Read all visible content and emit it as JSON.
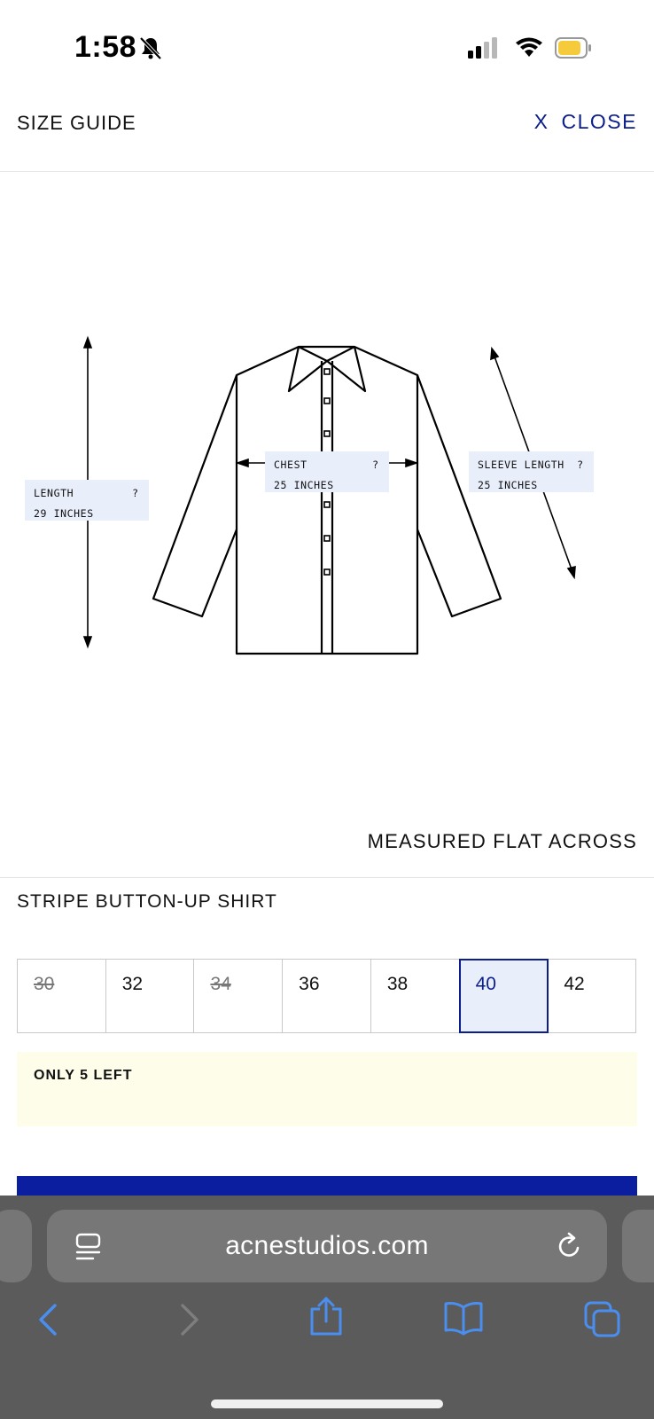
{
  "status_bar": {
    "time": "1:58",
    "icons": [
      "bell-slash-icon",
      "signal-icon",
      "wifi-icon",
      "battery-icon"
    ]
  },
  "header": {
    "title": "SIZE GUIDE",
    "close_x": "X",
    "close_label": "CLOSE"
  },
  "measurements": {
    "length": {
      "label": "LENGTH",
      "value": "29 INCHES",
      "help": "?"
    },
    "chest": {
      "label": "CHEST",
      "value": "25 INCHES",
      "help": "?"
    },
    "sleeve": {
      "label": "SLEEVE LENGTH",
      "value": "25 INCHES",
      "help": "?"
    }
  },
  "measured_note": "MEASURED FLAT ACROSS",
  "product": {
    "name": "STRIPE BUTTON-UP SHIRT"
  },
  "sizes": [
    {
      "label": "30",
      "available": false,
      "selected": false
    },
    {
      "label": "32",
      "available": true,
      "selected": false
    },
    {
      "label": "34",
      "available": false,
      "selected": false
    },
    {
      "label": "36",
      "available": true,
      "selected": false
    },
    {
      "label": "38",
      "available": true,
      "selected": false
    },
    {
      "label": "40",
      "available": true,
      "selected": true
    },
    {
      "label": "42",
      "available": true,
      "selected": false
    }
  ],
  "stock_notice": "ONLY 5 LEFT",
  "browser": {
    "url": "acnestudios.com"
  },
  "colors": {
    "accent": "#0b1e8c",
    "highlight": "#e9eefb",
    "notice_bg": "#fdfdea",
    "browser_bg": "#5b5b5b"
  }
}
